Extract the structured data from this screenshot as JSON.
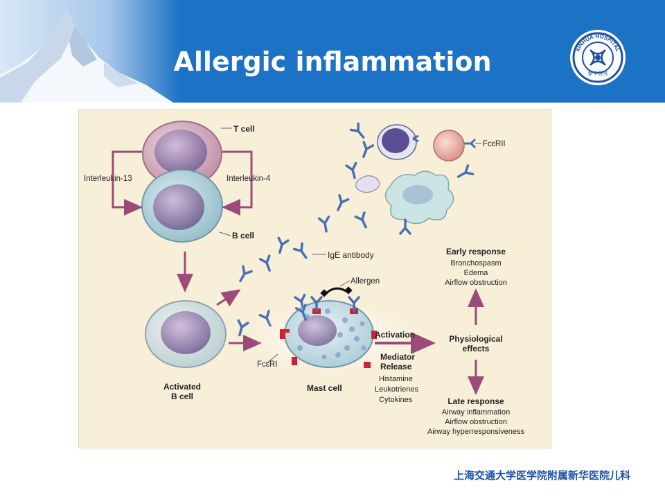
{
  "slide": {
    "title": "Allergic inflammation",
    "footer": "上海交通大学医学院附属新华医院儿科"
  },
  "logo": {
    "ring_text": "XINHUA HOSPITAL",
    "center_text": "新华医院"
  },
  "diagram": {
    "labels": {
      "t_cell": "T cell",
      "b_cell": "B cell",
      "il13": "Interleukin-13",
      "il4": "Interleukin-4",
      "ige": "IgE antibody",
      "fceRII": "FcεRII",
      "fceRI": "FcεRI",
      "allergen": "Allergen",
      "activated_b_1": "Activated",
      "activated_b_2": "B cell",
      "mast_cell": "Mast cell",
      "activation": "Activation",
      "mediator_1": "Mediator",
      "mediator_2": "Release",
      "histamine": "Histamine",
      "leukotrienes": "Leukotrienes",
      "cytokines": "Cytokines",
      "physio_1": "Physiological",
      "physio_2": "effects",
      "early_title": "Early response",
      "early_1": "Bronchospasm",
      "early_2": "Edema",
      "early_3": "Airflow obstruction",
      "late_title": "Late response",
      "late_1": "Airway inflammation",
      "late_2": "Airflow obstruction",
      "late_3": "Airway hyperresponsiveness"
    },
    "colors": {
      "background": "#f8efd9",
      "arrow": "#9c4a78",
      "antibody": "#4a6fb3",
      "receptor": "#cc2233",
      "text": "#222222"
    }
  }
}
